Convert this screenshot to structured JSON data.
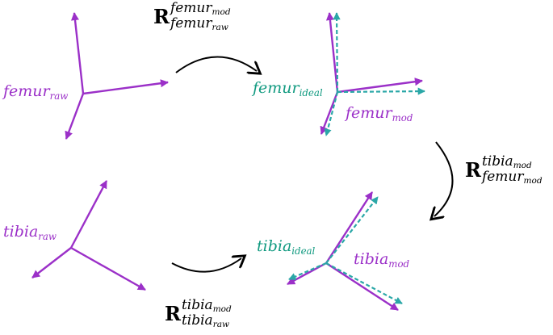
{
  "colors": {
    "raw_frame": "#9b30c8",
    "mod_frame": "#9b30c8",
    "ideal_frame": "#119a80",
    "arrow": "#000000"
  },
  "labels": {
    "femur_raw": {
      "base": "femur",
      "sub": "raw"
    },
    "femur_ideal": {
      "base": "femur",
      "sub": "ideal"
    },
    "femur_mod": {
      "base": "femur",
      "sub": "mod"
    },
    "tibia_raw": {
      "base": "tibia",
      "sub": "raw"
    },
    "tibia_ideal": {
      "base": "tibia",
      "sub": "ideal"
    },
    "tibia_mod": {
      "base": "tibia",
      "sub": "mod"
    }
  },
  "rotations": {
    "femur_raw_to_mod": {
      "symbol": "R",
      "sup": {
        "base": "femur",
        "sub": "mod"
      },
      "sub": {
        "base": "femur",
        "sub": "raw"
      }
    },
    "femur_to_tibia": {
      "symbol": "R",
      "sup": {
        "base": "tibia",
        "sub": "mod"
      },
      "sub": {
        "base": "femur",
        "sub": "mod"
      }
    },
    "tibia_raw_to_mod": {
      "symbol": "R",
      "sup": {
        "base": "tibia",
        "sub": "mod"
      },
      "sub": {
        "base": "tibia",
        "sub": "raw"
      }
    }
  }
}
